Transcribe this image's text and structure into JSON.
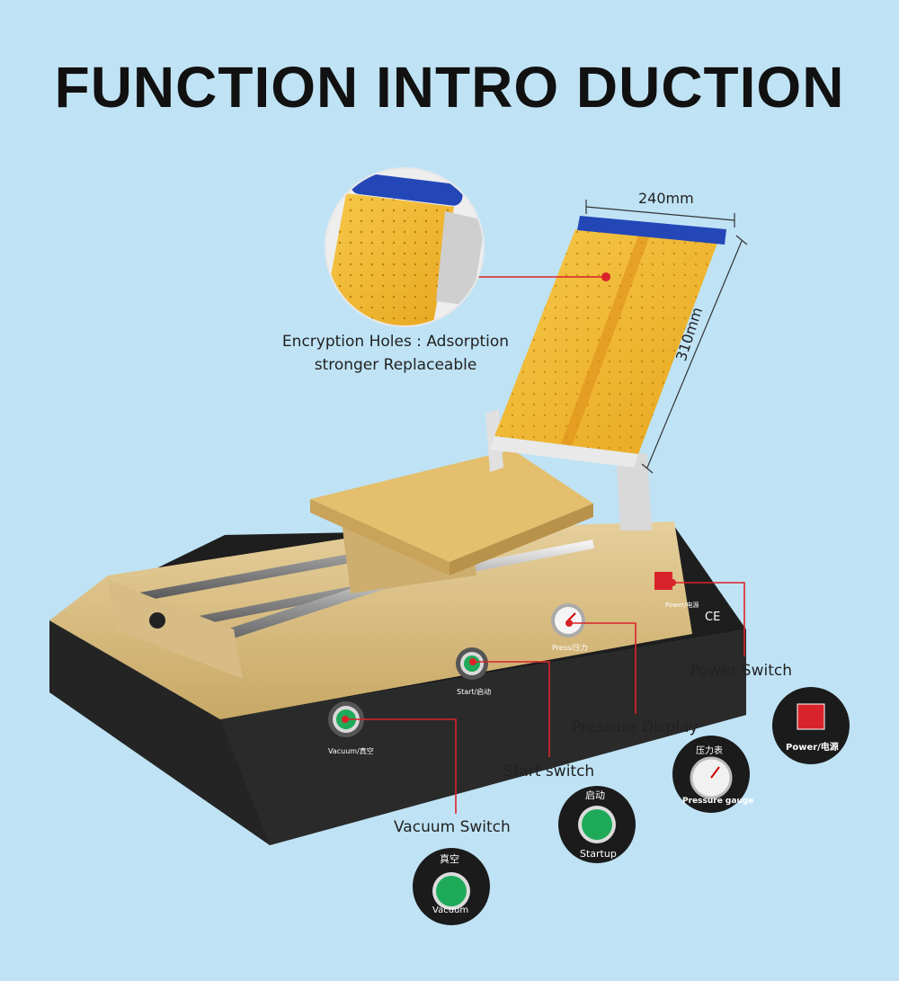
{
  "title": "FUNCTION INTRO DUCTION",
  "dimensions": {
    "width": "240mm",
    "length": "310mm"
  },
  "callouts": {
    "holes_line1": "Encryption Holes : Adsorption",
    "holes_line2": "stronger Replaceable",
    "power": "Power Switch",
    "pressure": "Pressure Display",
    "start": "Start switch",
    "vacuum": "Vacuum Switch"
  },
  "panel_labels": {
    "vacuum": "Vacuum/真空",
    "start": "Start/启动",
    "pressure": "Press/压力",
    "power": "Power/电源",
    "ce": "CE"
  },
  "insets": {
    "power_caption": "Power/电源",
    "pressure_top": "压力表",
    "pressure_bottom": "Pressure gauge",
    "start_top": "启动",
    "start_bottom": "Startup",
    "vacuum_top": "真空",
    "vacuum_bottom": "Vacuum"
  },
  "colors": {
    "background": "#bfe3f5",
    "accent_red": "#d9232a",
    "gold": "#d8b878",
    "pad_yellow": "#f2b62c",
    "base_black": "#1e1e1e",
    "button_green": "#1faa5a"
  }
}
